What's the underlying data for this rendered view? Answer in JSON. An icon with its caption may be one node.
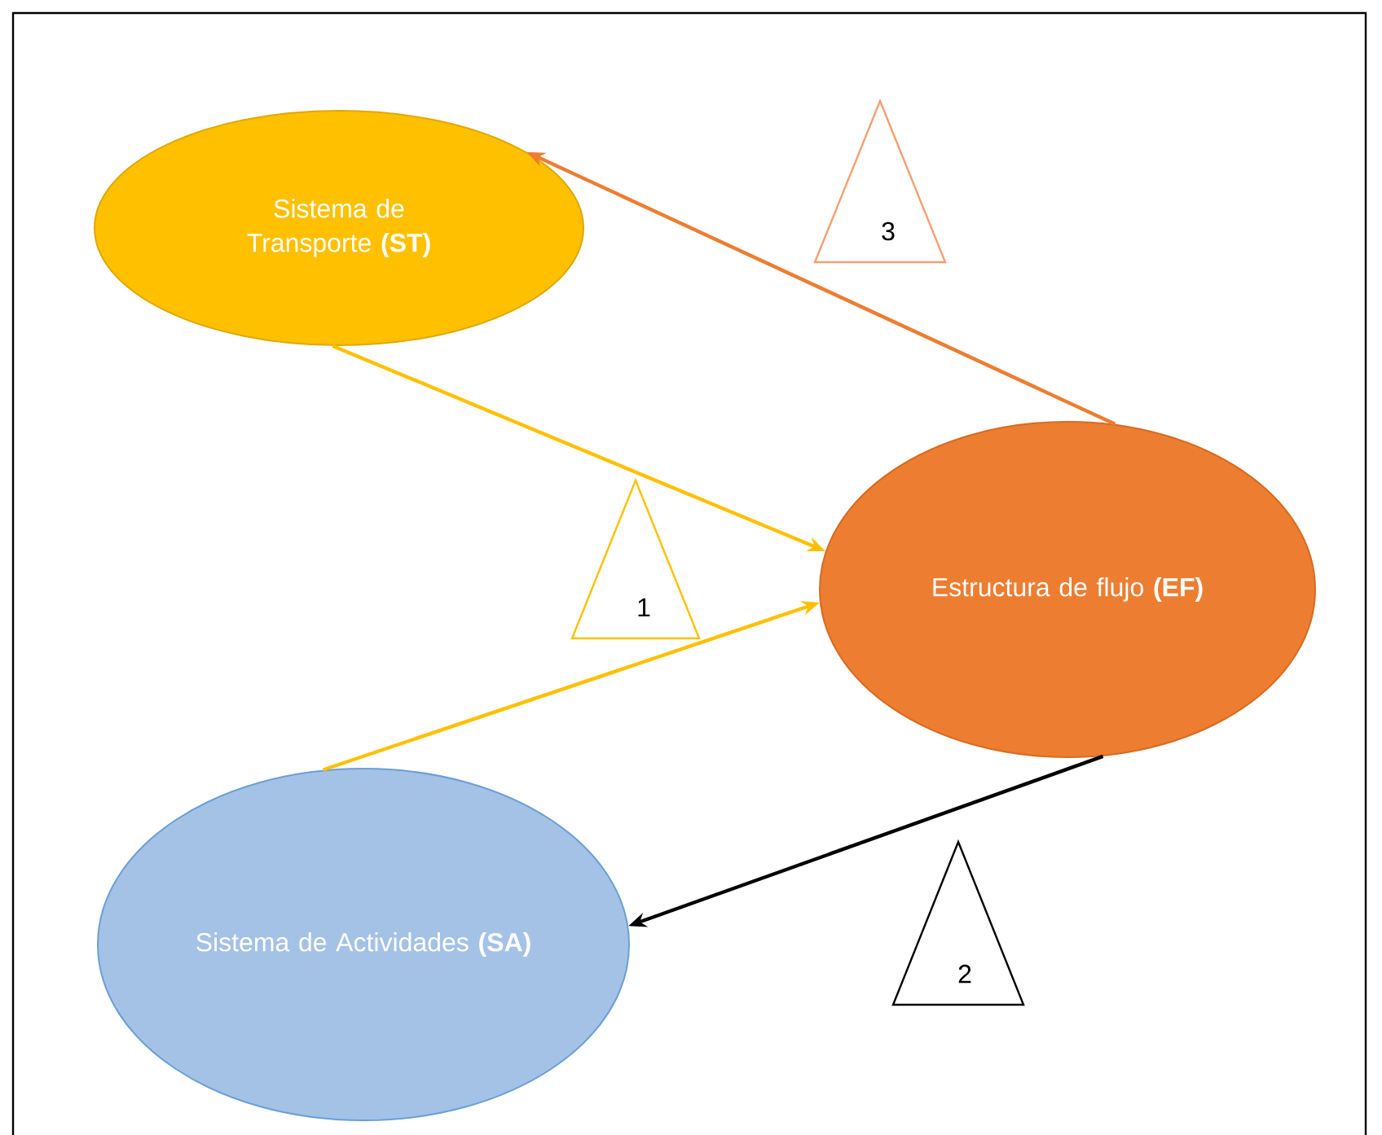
{
  "diagram": {
    "nodes": [
      {
        "text": [
          "Sistema de Transporte **(ST)**"
        ]
      },
      {
        "text": [
          "Estructura de flujo **(EF)**"
        ]
      },
      {
        "text": [
          "Sistema de Actividades **(SA)**"
        ]
      },
      {
        "text": [
          "3"
        ]
      },
      {
        "text": [
          "1"
        ]
      },
      {
        "text": [
          "2"
        ]
      }
    ],
    "edges": [
      {
        "from": 0,
        "to": 1,
        "arrow": "to",
        "color": "#ffc000"
      },
      {
        "from": 2,
        "to": 1,
        "arrow": "to",
        "color": "#ffc000"
      },
      {
        "from": 1,
        "to": 2,
        "arrow": "to",
        "color": "#000000"
      },
      {
        "from": 1,
        "to": 0,
        "arrow": "to",
        "color": "#ed7d31"
      }
    ]
  }
}
